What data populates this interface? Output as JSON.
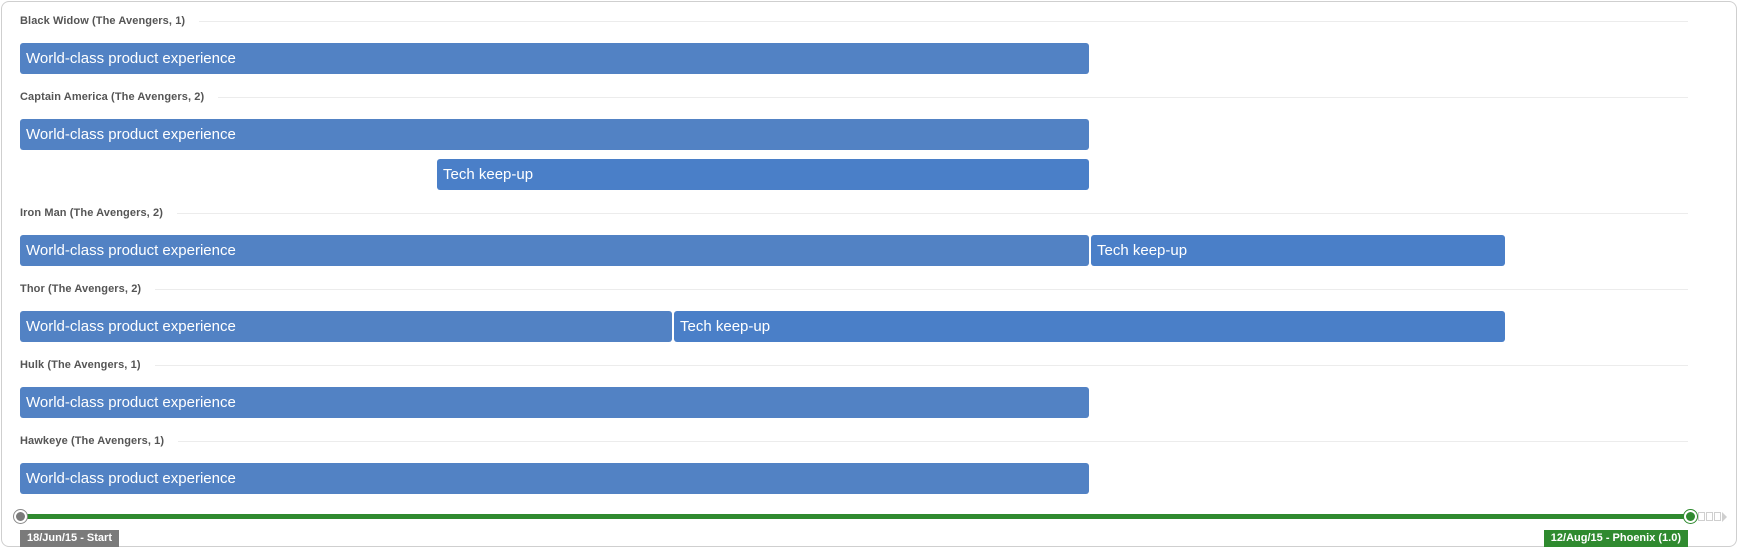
{
  "lanes": [
    {
      "title": "Black Widow (The Avengers, 1)",
      "bars": [
        {
          "label": "World-class product experience"
        }
      ]
    },
    {
      "title": "Captain America (The Avengers, 2)",
      "bars": [
        {
          "label": "World-class product experience"
        },
        {
          "label": "Tech keep-up"
        }
      ]
    },
    {
      "title": "Iron Man (The Avengers, 2)",
      "bars": [
        {
          "label": "World-class product experience"
        },
        {
          "label": "Tech keep-up"
        }
      ]
    },
    {
      "title": "Thor (The Avengers, 2)",
      "bars": [
        {
          "label": "World-class product experience"
        },
        {
          "label": "Tech keep-up"
        }
      ]
    },
    {
      "title": "Hulk (The Avengers, 1)",
      "bars": [
        {
          "label": "World-class product experience"
        }
      ]
    },
    {
      "title": "Hawkeye (The Avengers, 1)",
      "bars": [
        {
          "label": "World-class product experience"
        }
      ]
    }
  ],
  "timeline": {
    "start_label": "18/Jun/15 - Start",
    "end_label": "12/Aug/15 - Phoenix (1.0)"
  },
  "colors": {
    "bar_primary": "#5282c4",
    "bar_secondary": "#4a7fc8",
    "timeline": "#2f8a2f",
    "start_tag": "#7a7a7a"
  }
}
